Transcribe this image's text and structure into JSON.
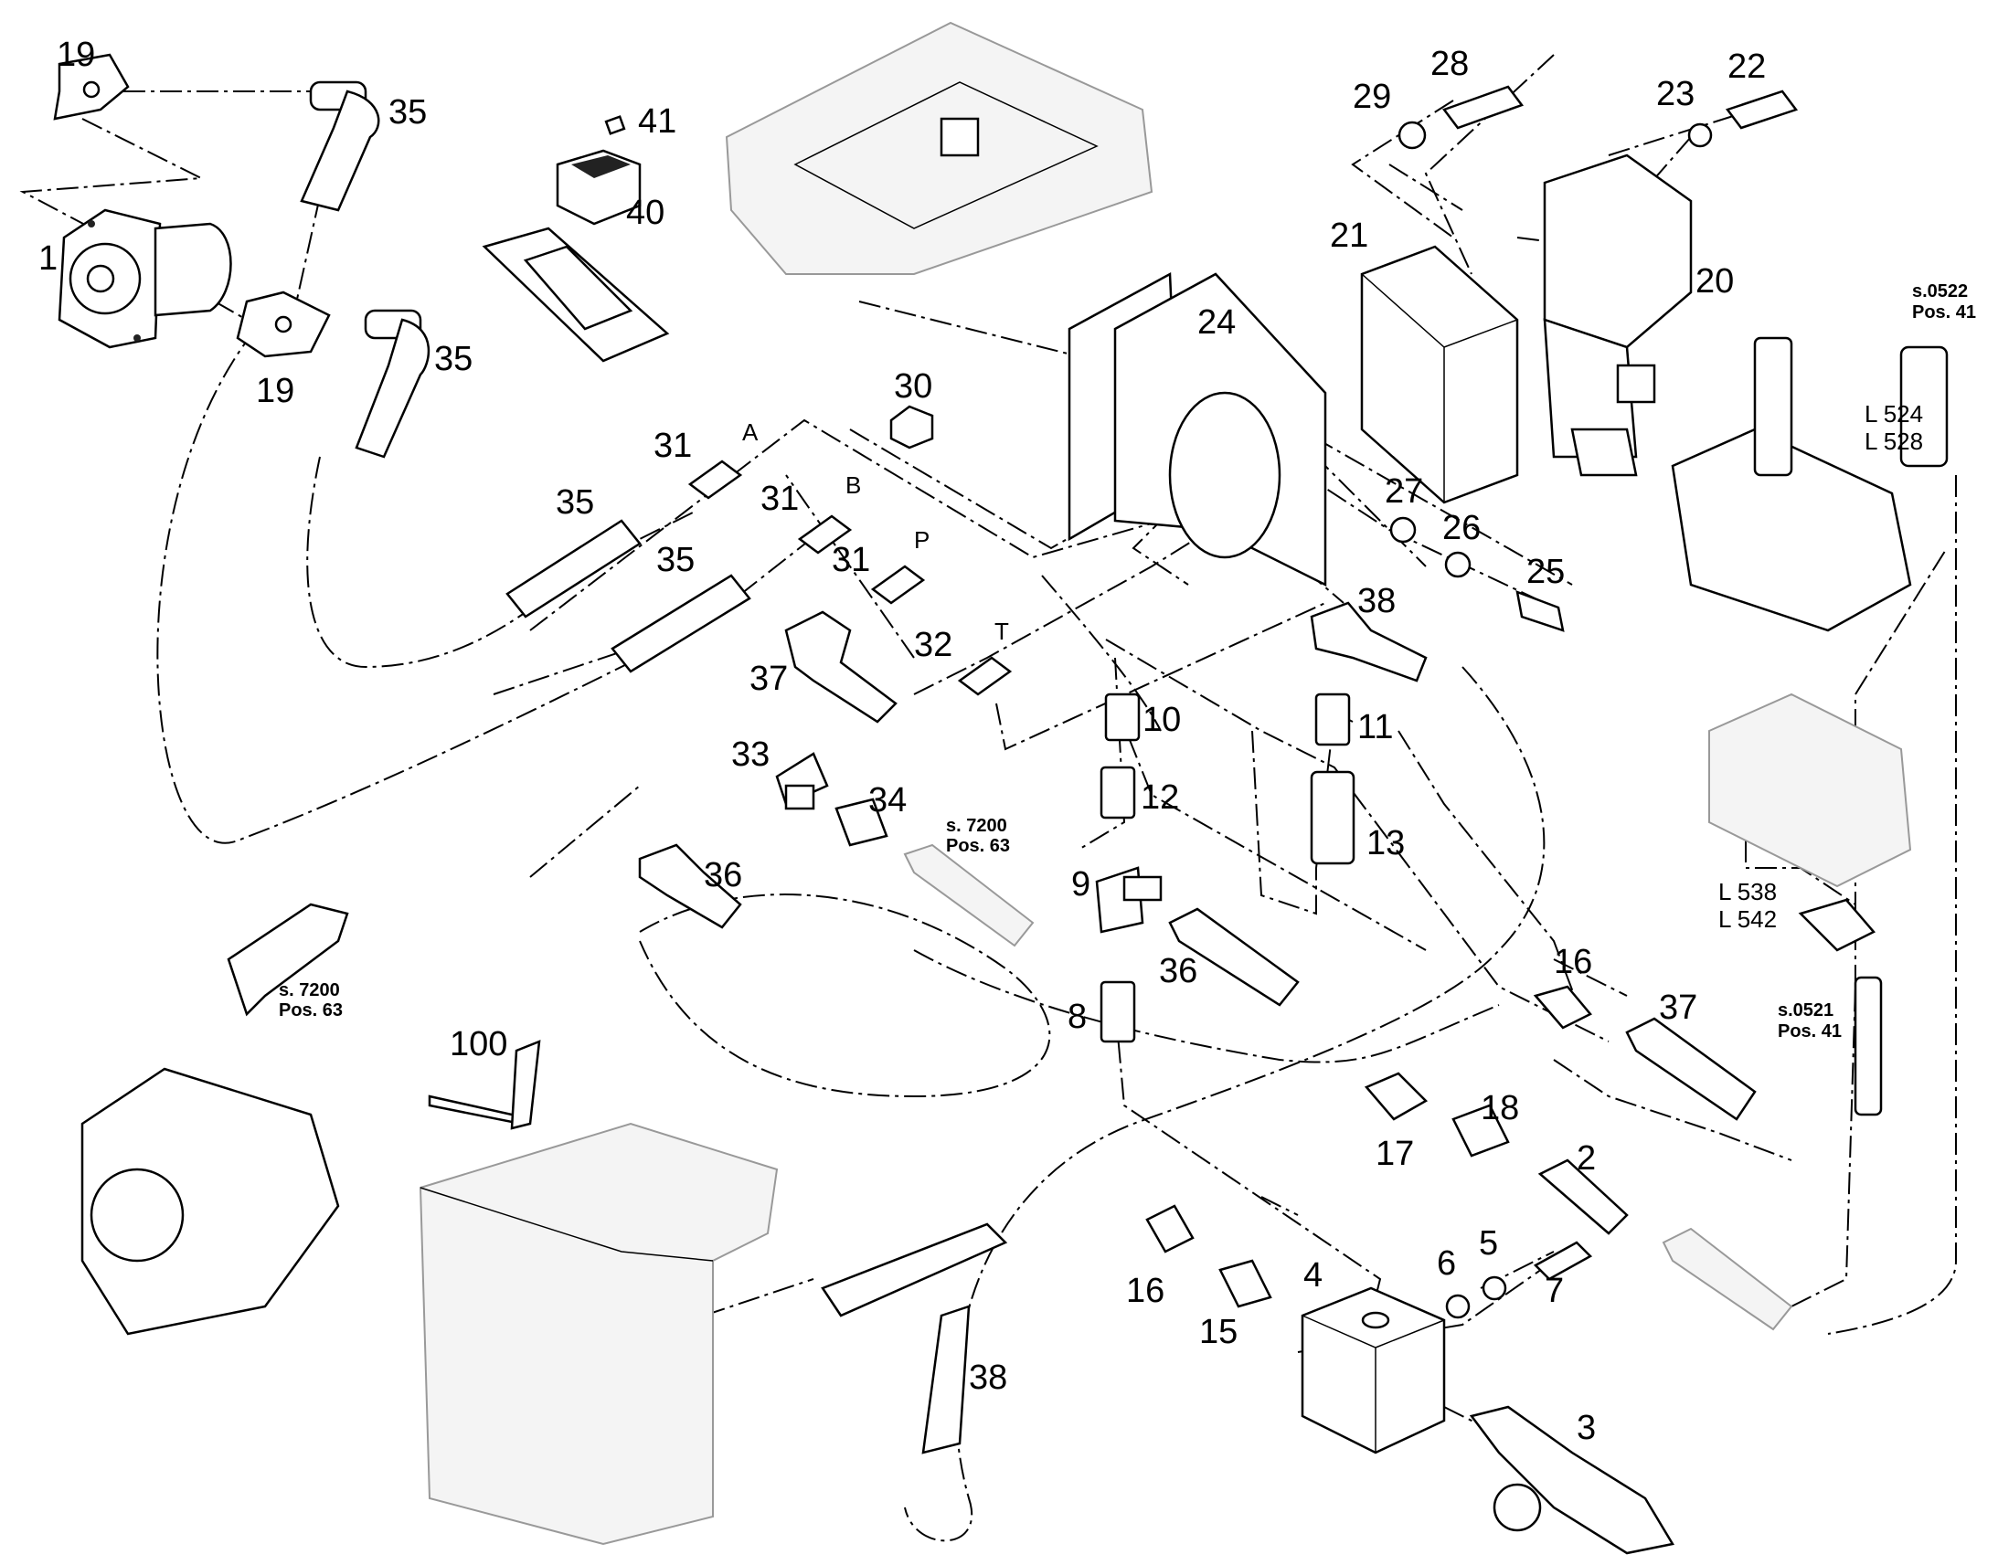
{
  "diagram": {
    "part_numbers": [
      {
        "id": "p19a",
        "text": "19"
      },
      {
        "id": "p35a",
        "text": "35"
      },
      {
        "id": "p1",
        "text": "1"
      },
      {
        "id": "p19b",
        "text": "19"
      },
      {
        "id": "p35b",
        "text": "35"
      },
      {
        "id": "p41",
        "text": "41"
      },
      {
        "id": "p40",
        "text": "40"
      },
      {
        "id": "p29",
        "text": "29"
      },
      {
        "id": "p28",
        "text": "28"
      },
      {
        "id": "p23",
        "text": "23"
      },
      {
        "id": "p22",
        "text": "22"
      },
      {
        "id": "p21",
        "text": "21"
      },
      {
        "id": "p20",
        "text": "20"
      },
      {
        "id": "p24",
        "text": "24"
      },
      {
        "id": "p30",
        "text": "30"
      },
      {
        "id": "p31a",
        "text": "31"
      },
      {
        "id": "p35c",
        "text": "35"
      },
      {
        "id": "p31b",
        "text": "31"
      },
      {
        "id": "p35d",
        "text": "35"
      },
      {
        "id": "p31c",
        "text": "31"
      },
      {
        "id": "p27",
        "text": "27"
      },
      {
        "id": "p26",
        "text": "26"
      },
      {
        "id": "p25",
        "text": "25"
      },
      {
        "id": "p37a",
        "text": "37"
      },
      {
        "id": "p32",
        "text": "32"
      },
      {
        "id": "p38a",
        "text": "38"
      },
      {
        "id": "p10",
        "text": "10"
      },
      {
        "id": "p11",
        "text": "11"
      },
      {
        "id": "p33",
        "text": "33"
      },
      {
        "id": "p34",
        "text": "34"
      },
      {
        "id": "p12",
        "text": "12"
      },
      {
        "id": "p13",
        "text": "13"
      },
      {
        "id": "p36a",
        "text": "36"
      },
      {
        "id": "p9",
        "text": "9"
      },
      {
        "id": "p36b",
        "text": "36"
      },
      {
        "id": "p16a",
        "text": "16"
      },
      {
        "id": "p37b",
        "text": "37"
      },
      {
        "id": "p8",
        "text": "8"
      },
      {
        "id": "p100",
        "text": "100"
      },
      {
        "id": "p18",
        "text": "18"
      },
      {
        "id": "p17",
        "text": "17"
      },
      {
        "id": "p2",
        "text": "2"
      },
      {
        "id": "p16b",
        "text": "16"
      },
      {
        "id": "p4",
        "text": "4"
      },
      {
        "id": "p6",
        "text": "6"
      },
      {
        "id": "p5",
        "text": "5"
      },
      {
        "id": "p7",
        "text": "7"
      },
      {
        "id": "p15",
        "text": "15"
      },
      {
        "id": "p38b",
        "text": "38"
      },
      {
        "id": "p3",
        "text": "3"
      }
    ],
    "port_letters": {
      "a": "A",
      "b": "B",
      "p": "P",
      "t": "T"
    },
    "references": {
      "s0522_line1": "s.0522",
      "s0522_line2": "Pos. 41",
      "s7200a_line1": "s. 7200",
      "s7200a_line2": "Pos. 63",
      "s7200b_line1": "s. 7200",
      "s7200b_line2": "Pos. 63",
      "s0521_line1": "s.0521",
      "s0521_line2": "Pos. 41"
    },
    "line_labels": {
      "l524": "L 524",
      "l528": "L 528",
      "l538": "L 538",
      "l542": "L 542"
    }
  }
}
